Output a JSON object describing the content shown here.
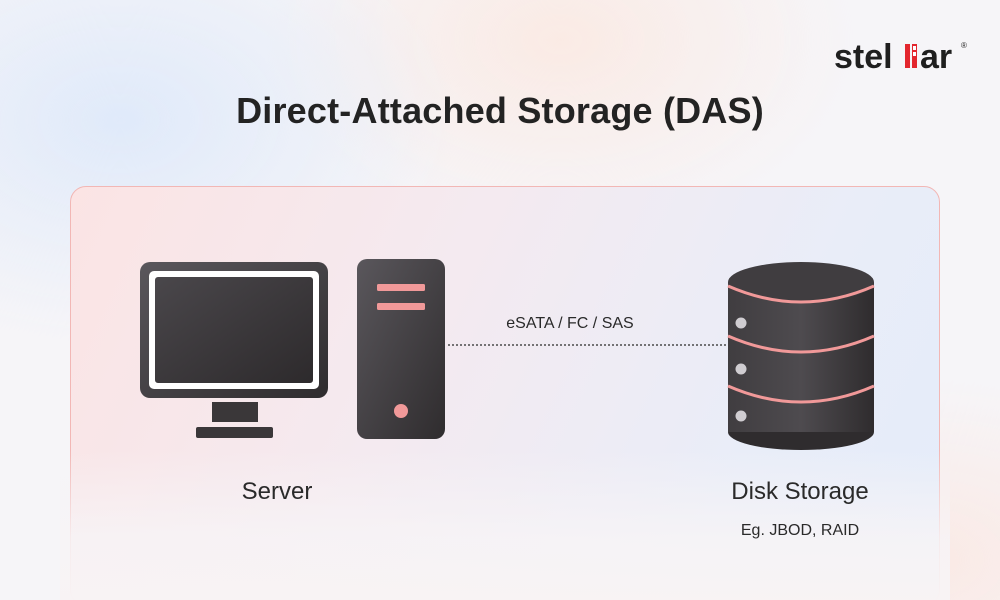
{
  "logo": {
    "text_before": "stel",
    "text_after": "ar",
    "trademark": "®"
  },
  "title": "Direct-Attached Storage (DAS)",
  "server": {
    "label": "Server"
  },
  "connection": {
    "label": "eSATA / FC / SAS"
  },
  "disk": {
    "label": "Disk Storage",
    "sublabel": "Eg. JBOD, RAID"
  },
  "colors": {
    "device_dark": "#383537",
    "device_light": "#58555a",
    "accent_pink": "#f19999",
    "logo_red": "#e3262e",
    "panel_border": "#f2b7b5"
  }
}
